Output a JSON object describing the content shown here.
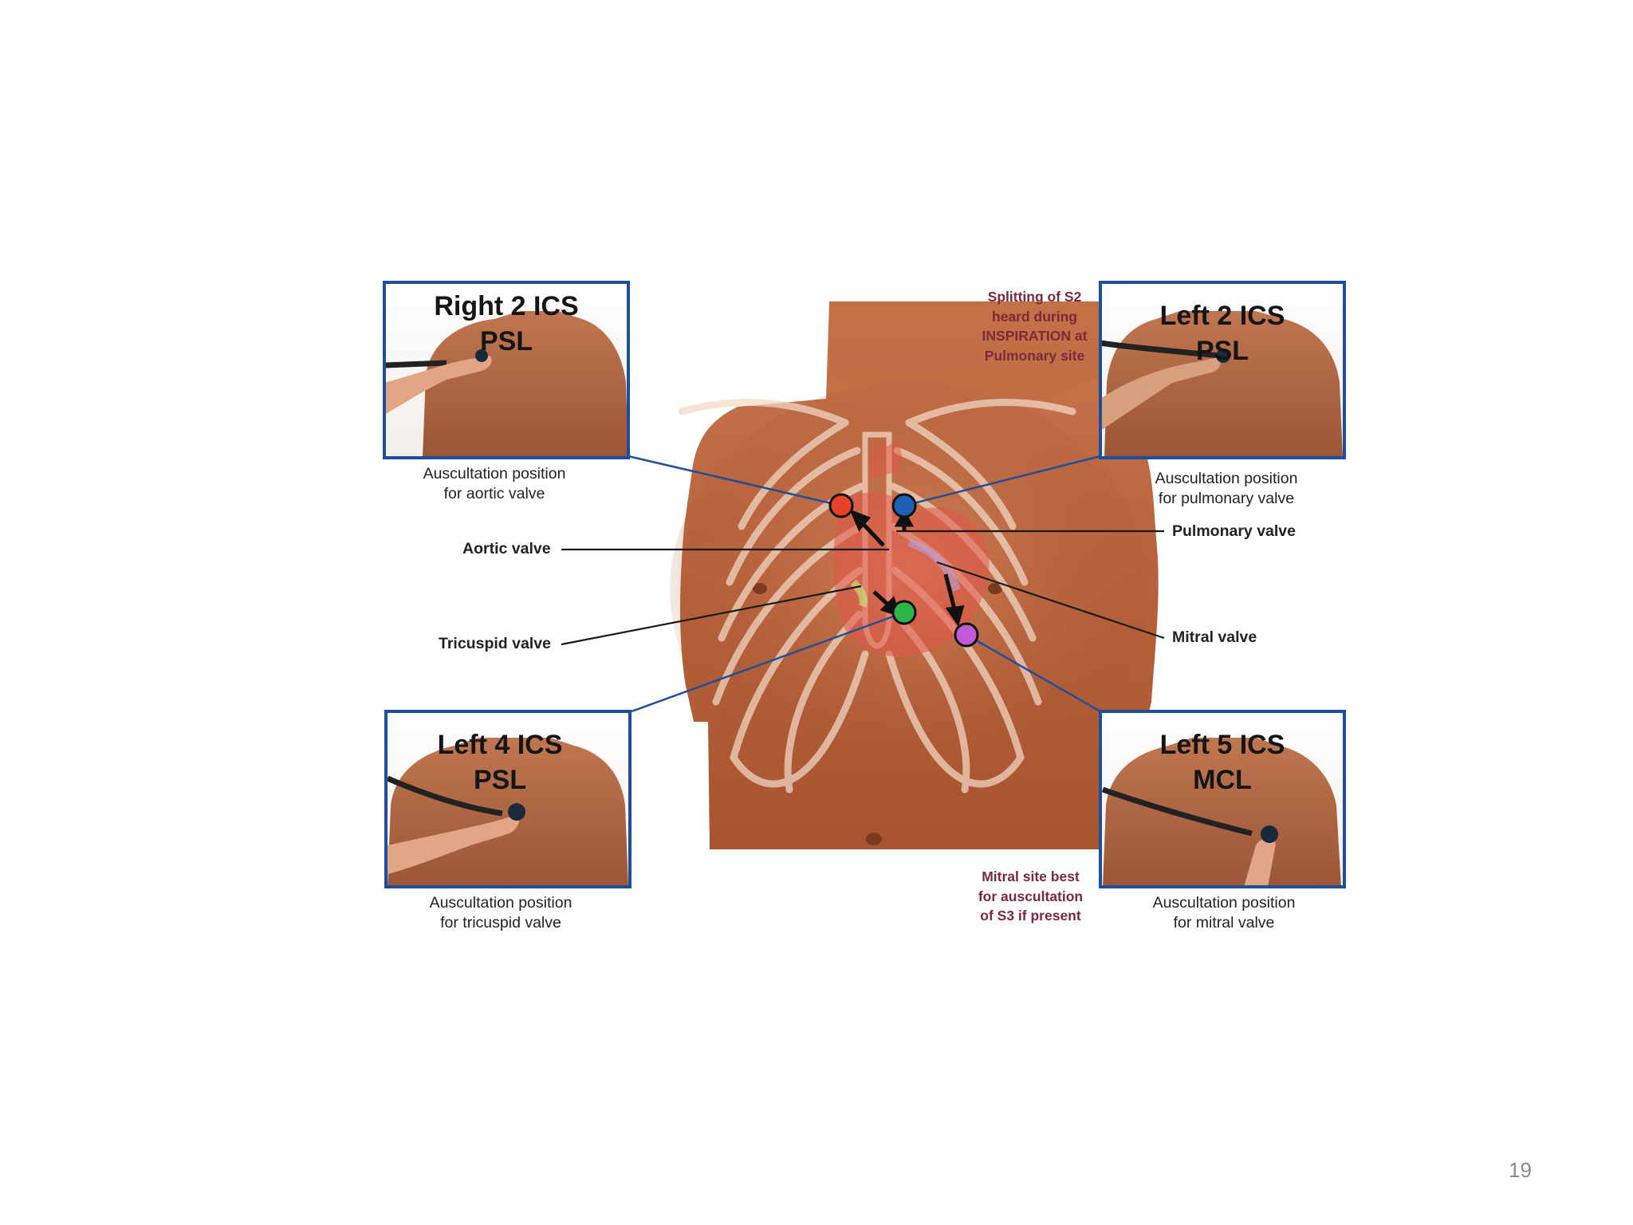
{
  "boxes": {
    "aortic": {
      "title": "Right 2 ICS\nPSL",
      "caption": "Auscultation position\nfor aortic valve"
    },
    "pulmonary": {
      "title": "Left 2 ICS\nPSL",
      "caption": "Auscultation position\nfor pulmonary valve"
    },
    "tricuspid": {
      "title": "Left 4 ICS\nPSL",
      "caption": "Auscultation position\nfor tricuspid valve"
    },
    "mitral": {
      "title": "Left 5 ICS\nMCL",
      "caption": "Auscultation position\nfor mitral valve"
    }
  },
  "valves": {
    "aortic": "Aortic valve",
    "pulmonary": "Pulmonary valve",
    "tricuspid": "Tricuspid valve",
    "mitral": "Mitral valve"
  },
  "notes": {
    "s2": "Splitting of S2\nheard during\nINSPIRATION at\nPulmonary site",
    "s3": "Mitral site best\nfor auscultation\nof S3 if present"
  },
  "marker_colors": {
    "aortic": "#e8432a",
    "pulmonary": "#1f5fb4",
    "tricuspid": "#2fb548",
    "mitral": "#c45bd6"
  },
  "slide_number": "19"
}
